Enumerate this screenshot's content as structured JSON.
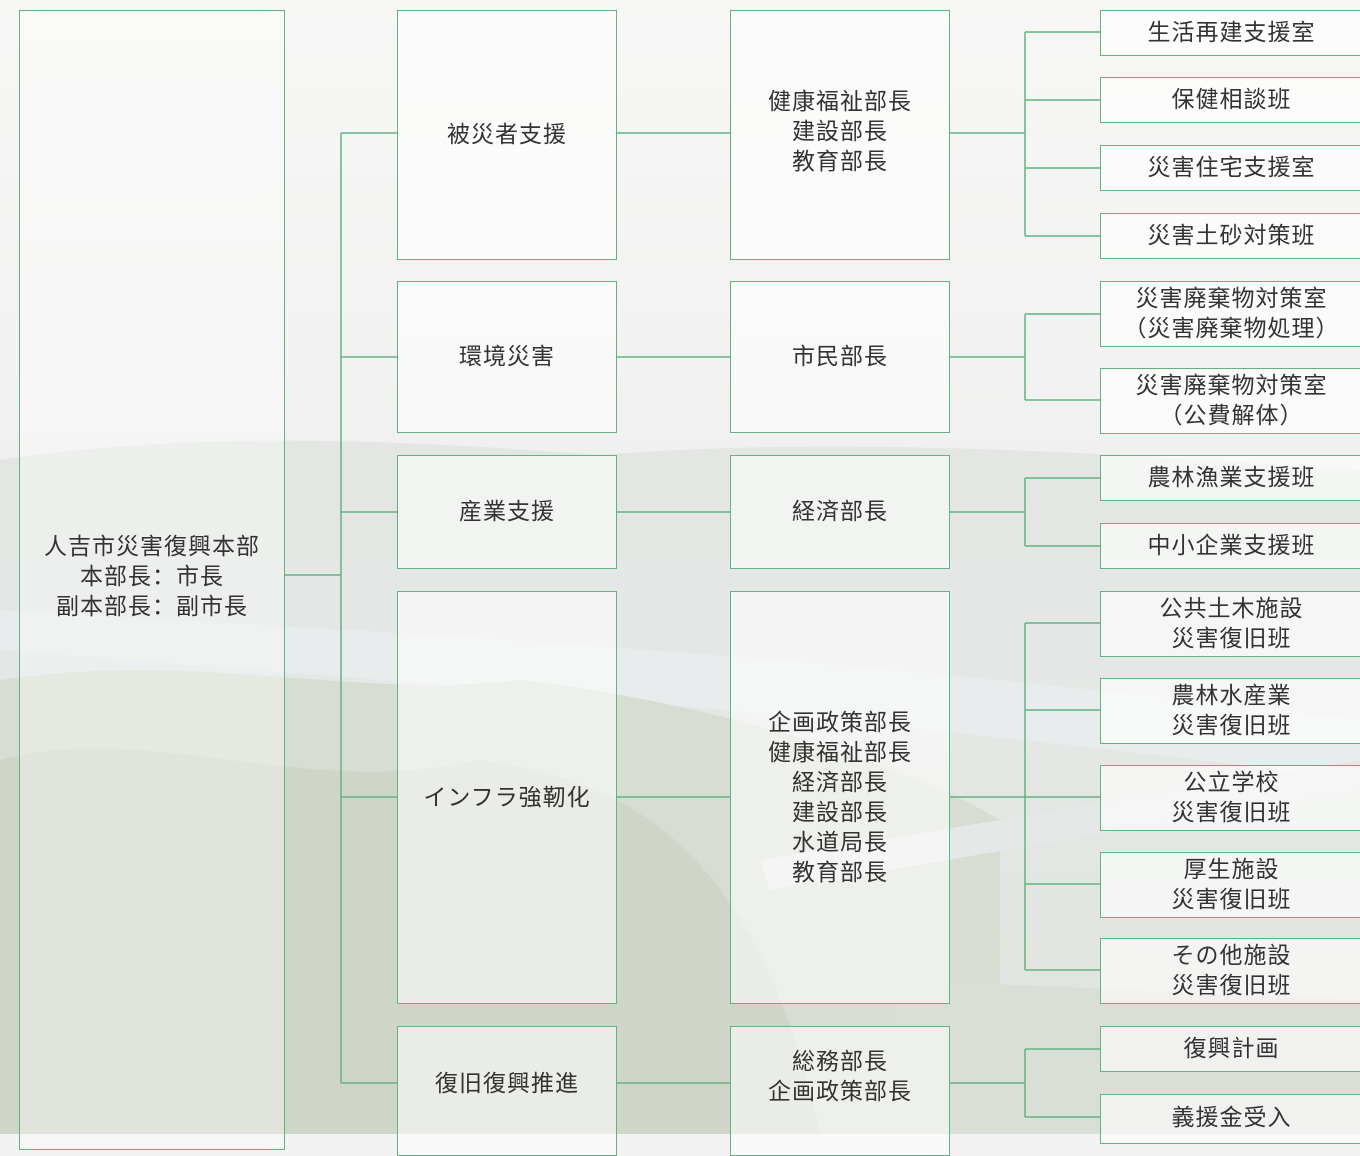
{
  "colors": {
    "line": "#62b383",
    "text": "#333333",
    "background_photo": "muted river valley landscape"
  },
  "hq": {
    "text": "人吉市災害復興本部\n本部長：市長\n副本部長：副市長"
  },
  "groups": [
    {
      "category": "被災者支援",
      "heads": "健康福祉部長\n建設部長\n教育部長",
      "units": [
        "生活再建支援室",
        "保健相談班",
        "災害住宅支援室",
        "災害土砂対策班"
      ]
    },
    {
      "category": "環境災害",
      "heads": "市民部長",
      "units": [
        "災害廃棄物対策室\n（災害廃棄物処理）",
        "災害廃棄物対策室\n（公費解体）"
      ]
    },
    {
      "category": "産業支援",
      "heads": "経済部長",
      "units": [
        "農林漁業支援班",
        "中小企業支援班"
      ]
    },
    {
      "category": "インフラ強靭化",
      "heads": "企画政策部長\n健康福祉部長\n経済部長\n建設部長\n水道局長\n教育部長",
      "units": [
        "公共土木施設\n災害復旧班",
        "農林水産業\n災害復旧班",
        "公立学校\n災害復旧班",
        "厚生施設\n災害復旧班",
        "その他施設\n災害復旧班"
      ]
    },
    {
      "category": "復旧復興推進",
      "heads": "総務部長\n企画政策部長",
      "units": [
        "復興計画",
        "義援金受入"
      ]
    }
  ]
}
